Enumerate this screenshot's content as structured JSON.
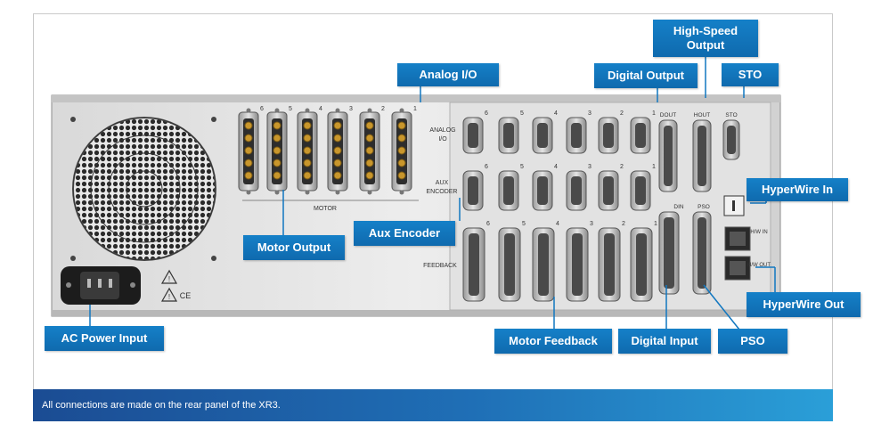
{
  "callouts": {
    "analog_io": "Analog I/O",
    "digital_output": "Digital Output",
    "high_speed_output": "High-Speed\nOutput",
    "sto": "STO",
    "hyperwire_in": "HyperWire In",
    "hyperwire_out": "HyperWire Out",
    "motor_output": "Motor Output",
    "aux_encoder": "Aux Encoder",
    "ac_power_input": "AC Power Input",
    "motor_feedback": "Motor Feedback",
    "digital_input": "Digital Input",
    "pso": "PSO"
  },
  "panel_labels": {
    "analog": "ANALOG",
    "io": "I/O",
    "aux": "AUX",
    "encoder": "ENCODER",
    "feedback": "FEEDBACK",
    "motor": "MOTOR",
    "dout": "DOUT",
    "hout": "HOUT",
    "sto": "STO",
    "din": "DIN",
    "pso": "PSO",
    "hw_in": "H/W IN",
    "hw_out": "H/W OUT",
    "ce": "CE"
  },
  "axis_numbers": [
    "6",
    "5",
    "4",
    "3",
    "2",
    "1"
  ],
  "caption": "All connections are made on the rear panel of the XR3.",
  "colors": {
    "accent": "#1177c0",
    "caption_bar": "#1f6fb6"
  }
}
